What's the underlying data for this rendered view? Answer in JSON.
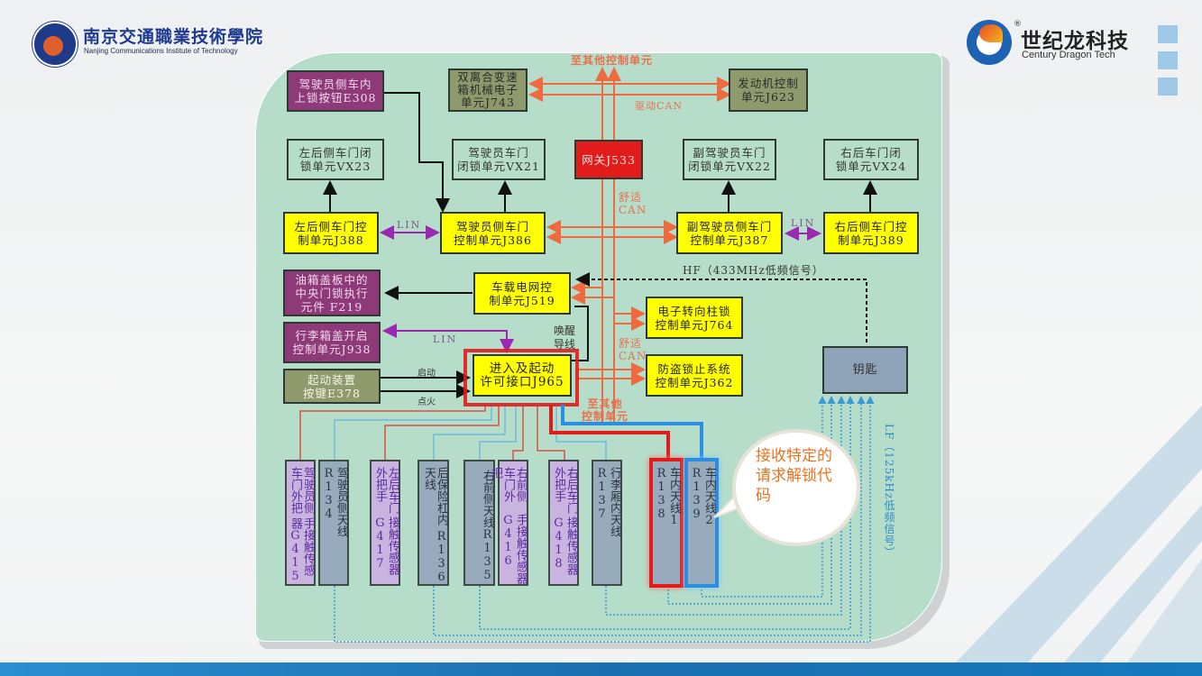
{
  "header": {
    "school_name_cn": "南京交通職業技術學院",
    "school_name_en": "Nanjing Communications Institute of Technology",
    "brand_name_cn": "世纪龙科技",
    "brand_name_en": "Century Dragon Tech",
    "brand_reg": "®"
  },
  "diagram": {
    "top_label": "至其他控制单元",
    "drive_can": "驱动CAN",
    "comfort_can": "舒适\nCAN",
    "comfort_can_2": "舒适\nCAN",
    "lin_1": "LIN",
    "lin_2": "LIN",
    "lin_3": "LIN",
    "hf_label": "HF（433MHz低频信号）",
    "lf_label": "LF（125kHz低频信号）",
    "wake_label": "唤醒\n导线",
    "start_label": "启动",
    "ignition_label": "点火",
    "to_other_bottom": "至其他\n控制单元",
    "boxes": {
      "e308": "驾驶员侧车内\n上锁按钮E308",
      "j743": "双离合变速\n箱机械电子\n单元J743",
      "j623": "发动机控制\n单元J623",
      "j533": "网关J533",
      "vx23": "左后侧车门闭\n锁单元VX23",
      "vx21": "驾驶员车门\n闭锁单元VX21",
      "vx22": "副驾驶员车门\n闭锁单元VX22",
      "vx24": "右后车门闭\n锁单元VX24",
      "j388": "左后侧车门控\n制单元J388",
      "j386": "驾驶员侧车门\n控制单元J386",
      "j387": "副驾驶员侧车门\n控制单元J387",
      "j389": "右后侧车门控\n制单元J389",
      "f219": "油箱盖板中的\n中央门锁执行\n元件 F219",
      "j519": "车载电网控\n制单元J519",
      "j764": "电子转向柱锁\n控制单元J764",
      "j938": "行李箱盖开启\n控制单元J938",
      "e378": "起动装置\n按键E378",
      "j965": "进入及起动\n许可接口J965",
      "j362": "防盗锁止系统\n控制单元J362",
      "key": "钥匙"
    },
    "bottom_units": [
      {
        "id": "g415",
        "text": "驾驶员侧车门外把手接触传感器G415",
        "col1": "驾驶员侧车门外把",
        "col2": "手接触传感器G415",
        "type": "sensor"
      },
      {
        "id": "r134",
        "text": "驾驶员侧天线R134",
        "type": "antenna"
      },
      {
        "id": "g417",
        "text": "左后车门外把手接触传感器G417",
        "col1": "左后车门外把手",
        "col2": "接触传感器G417",
        "type": "sensor"
      },
      {
        "id": "r136",
        "text": "后保险杠内天线R136",
        "col1": "后保险杠内天线",
        "col2": "R136",
        "type": "antenna"
      },
      {
        "id": "r135",
        "text": "右前侧天线R135",
        "type": "antenna"
      },
      {
        "id": "g416",
        "text": "右前侧车门外把手接触传感器G416",
        "col1": "右前侧车门外把",
        "col2": "手接触传感器G416",
        "type": "sensor"
      },
      {
        "id": "g418",
        "text": "右后车门外把手接触传感器G418",
        "col1": "右后车门外把手",
        "col2": "接触传感器G418",
        "type": "sensor"
      },
      {
        "id": "r137",
        "text": "行李厢内天线R137",
        "type": "antenna"
      },
      {
        "id": "r138",
        "text": "车内天线1 R138",
        "type": "antenna",
        "highlight": "#e21b1b"
      },
      {
        "id": "r139",
        "text": "车内天线2 R139",
        "type": "antenna",
        "highlight": "#2a8fe0"
      }
    ],
    "callout": "接收特定的请求解锁代码"
  },
  "colors": {
    "can_line": "#f06a40",
    "lin_line": "#9c27b0",
    "panel_bg": "#b5ddc9",
    "highlight_red": "#e21b1b",
    "highlight_blue": "#2a8fe0",
    "lf_line": "#3a9ad6",
    "callout_text": "#e6731e"
  }
}
